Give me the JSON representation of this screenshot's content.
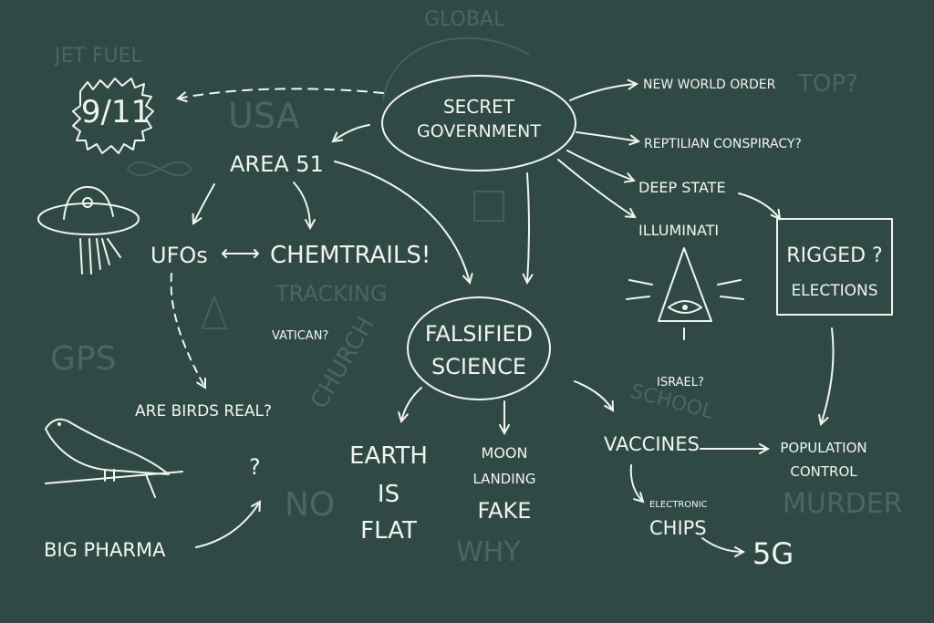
{
  "faint_words": {
    "jet_fuel": "JET FUEL",
    "usa": "USA",
    "global": "GLOBAL",
    "top": "TOP?",
    "tracking": "TRACKING",
    "gps": "GPS",
    "church": "CHURCH",
    "no": "NO",
    "why": "WHY",
    "school": "SCHOOL",
    "murder": "MURDER"
  },
  "nodes": {
    "nine_eleven": "9/11",
    "secret_government": [
      "SECRET",
      "GOVERNMENT"
    ],
    "area51": "AREA 51",
    "ufos": "UFOs",
    "chemtrails": "CHEMTRAILS!",
    "vatican": "VATICAN?",
    "birds": "ARE BIRDS REAL?",
    "question": "?",
    "big_pharma": "BIG PHARMA",
    "falsified_science": [
      "FALSIFIED",
      "SCIENCE"
    ],
    "earth_flat": [
      "EARTH",
      "IS",
      "FLAT"
    ],
    "moon_landing": [
      "MOON",
      "LANDING",
      "FAKE"
    ],
    "vaccines": "VACCINES",
    "electronic_chips": [
      "ELECTRONIC",
      "CHIPS"
    ],
    "five_g": "5G",
    "population_control": [
      "POPULATION",
      "CONTROL"
    ],
    "new_world_order": "NEW WORLD ORDER",
    "reptilian": "REPTILIAN CONSPIRACY?",
    "deep_state": "DEEP STATE",
    "illuminati": "ILLUMINATI",
    "rigged_elections": [
      "RIGGED ?",
      "ELECTIONS"
    ],
    "israel": "ISRAEL?"
  },
  "colors": {
    "board": "#2f4a45",
    "chalk": "#f2f4ef",
    "faint": "#4b665f"
  }
}
